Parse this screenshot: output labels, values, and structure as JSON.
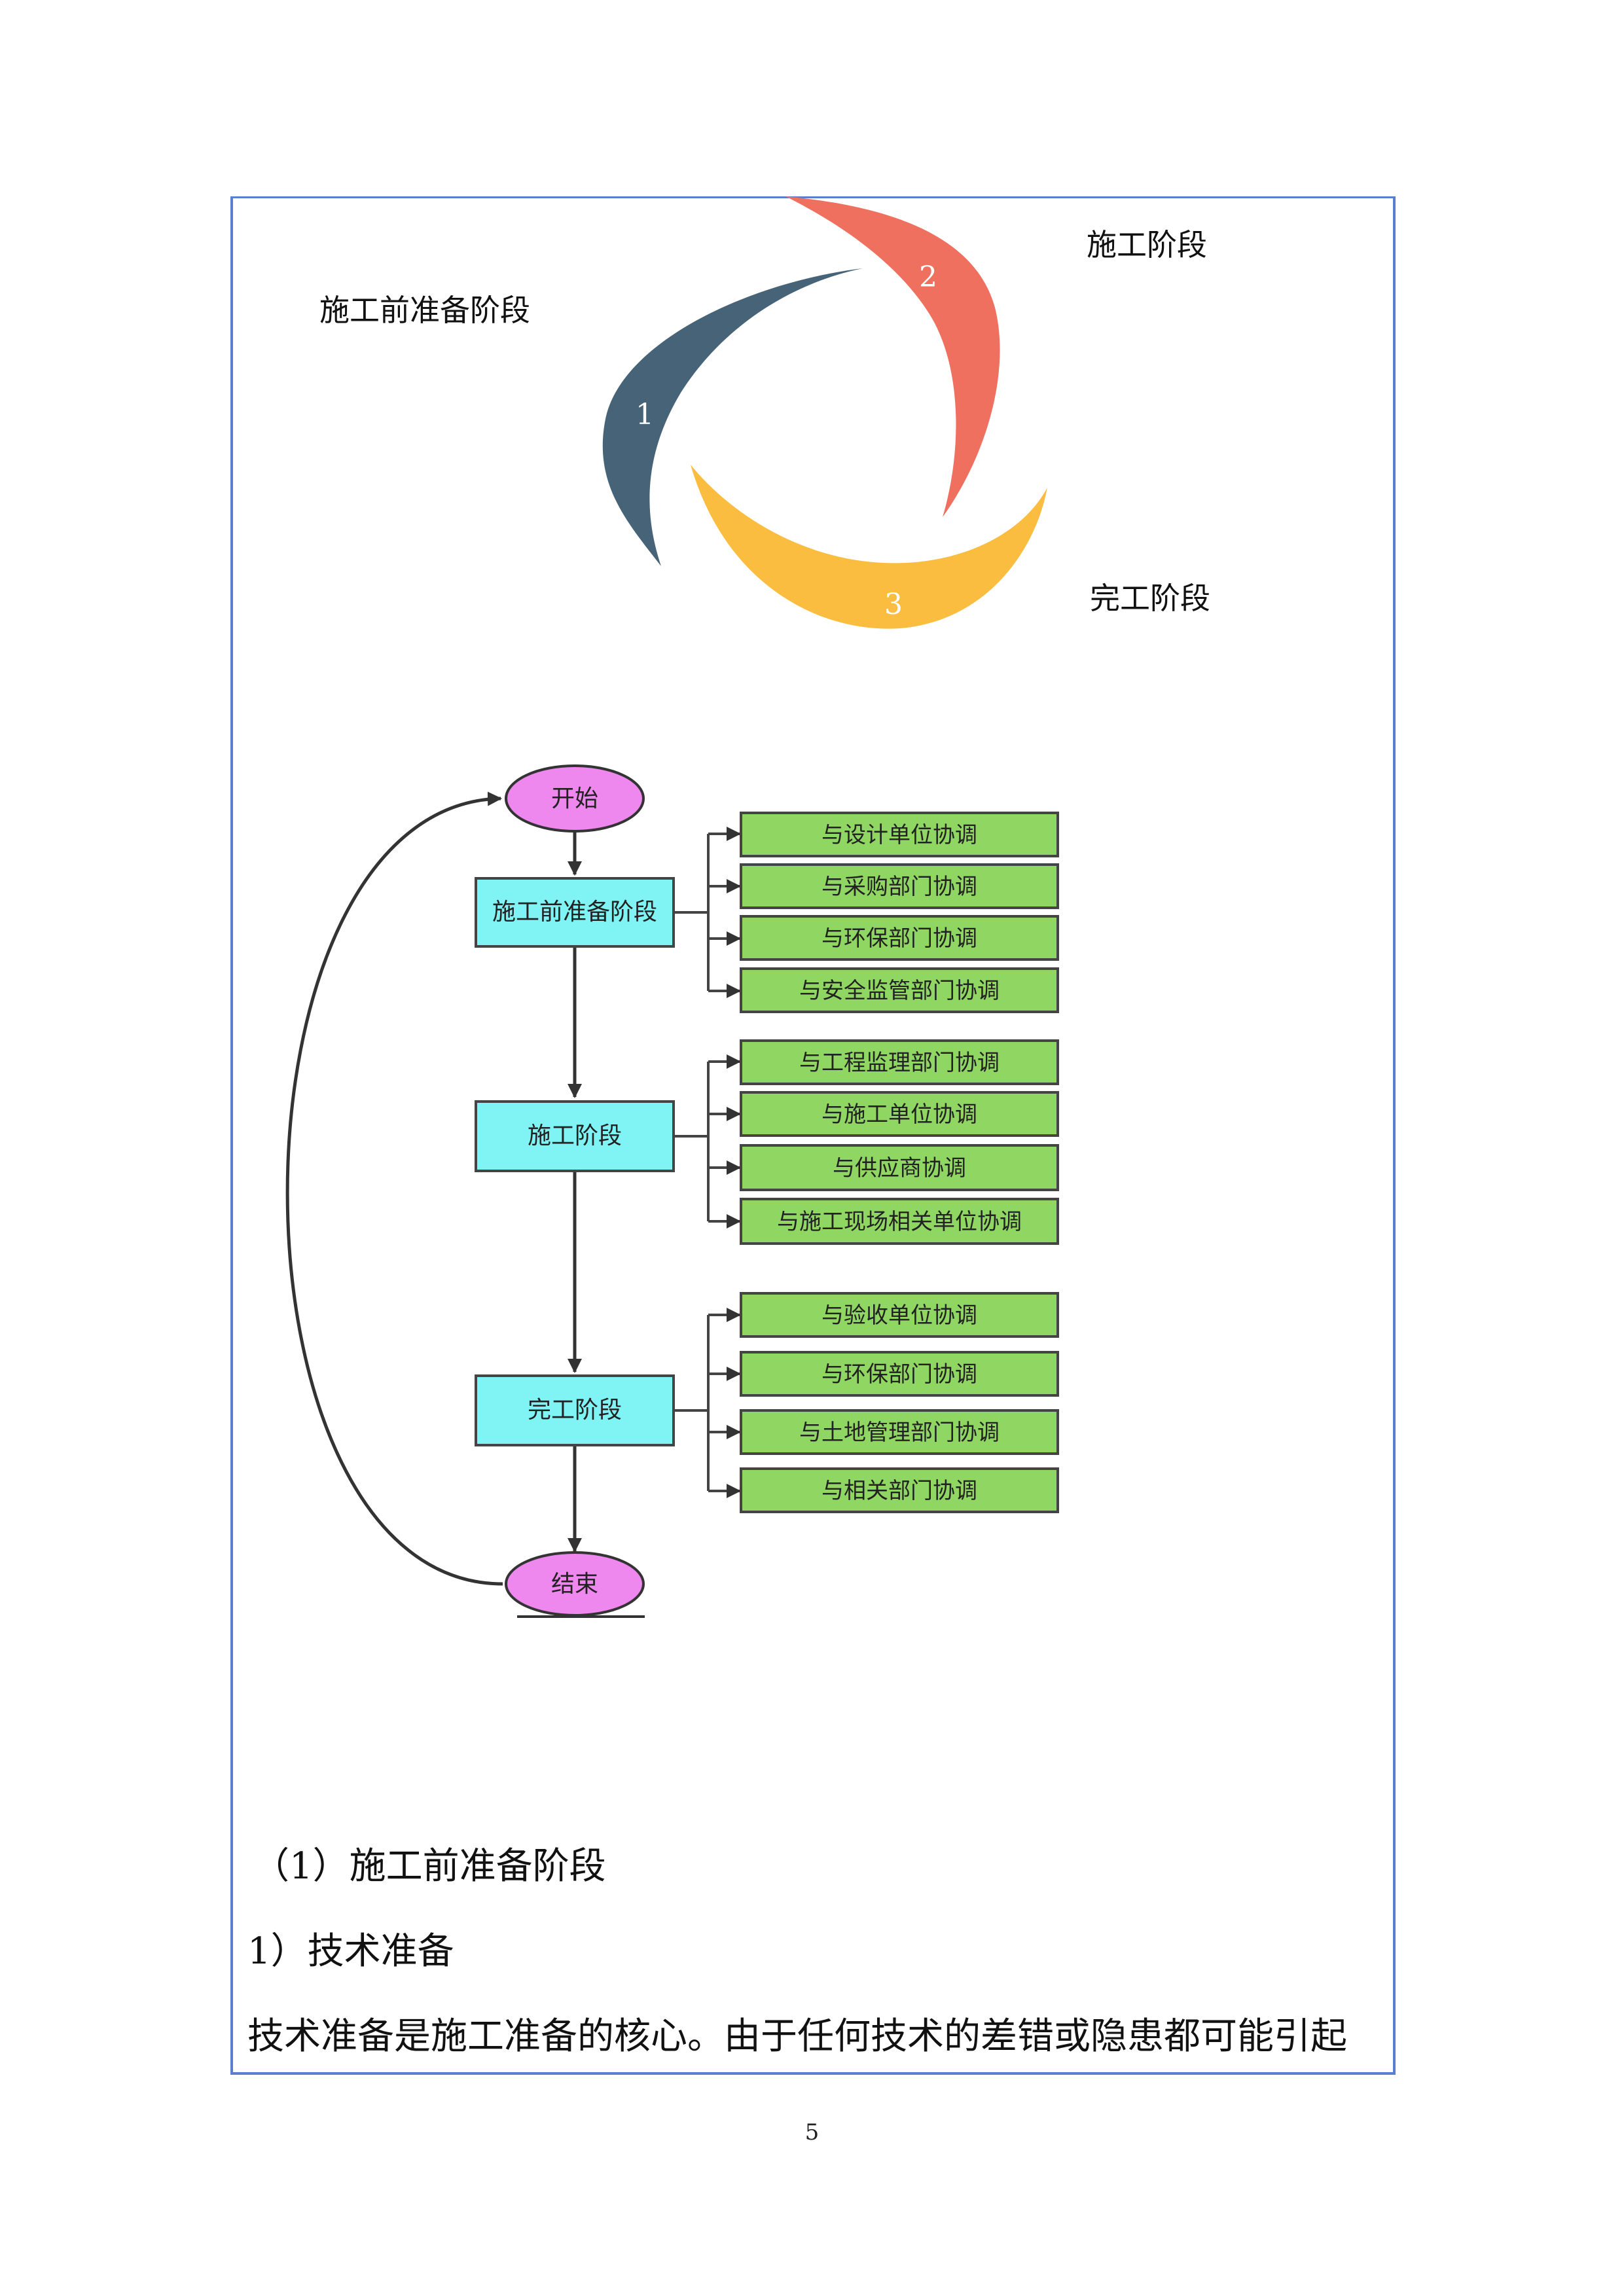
{
  "cycle": {
    "stages": [
      {
        "number": "1",
        "label": "施工前准备阶段",
        "color": "#466378"
      },
      {
        "number": "2",
        "label": "施工阶段",
        "color": "#f0705f"
      },
      {
        "number": "3",
        "label": "完工阶段",
        "color": "#fbbd40"
      }
    ]
  },
  "flowchart": {
    "start": "开始",
    "end": "结束",
    "phases": [
      {
        "label": "施工前准备阶段",
        "coordinations": [
          "与设计单位协调",
          "与采购部门协调",
          "与环保部门协调",
          "与安全监管部门协调"
        ]
      },
      {
        "label": "施工阶段",
        "coordinations": [
          "与工程监理部门协调",
          "与施工单位协调",
          "与供应商协调",
          "与施工现场相关单位协调"
        ]
      },
      {
        "label": "完工阶段",
        "coordinations": [
          "与验收单位协调",
          "与环保部门协调",
          "与土地管理部门协调",
          "与相关部门协调"
        ]
      }
    ],
    "colors": {
      "terminal": "#ee88ee",
      "phase": "#80f4f4",
      "coordination": "#8fd663"
    }
  },
  "body": {
    "heading": "（1）施工前准备阶段",
    "subheading": "1）技术准备",
    "paragraph": "技术准备是施工准备的核心。由于任何技术的差错或隐患都可能引起"
  },
  "page_number": "5"
}
